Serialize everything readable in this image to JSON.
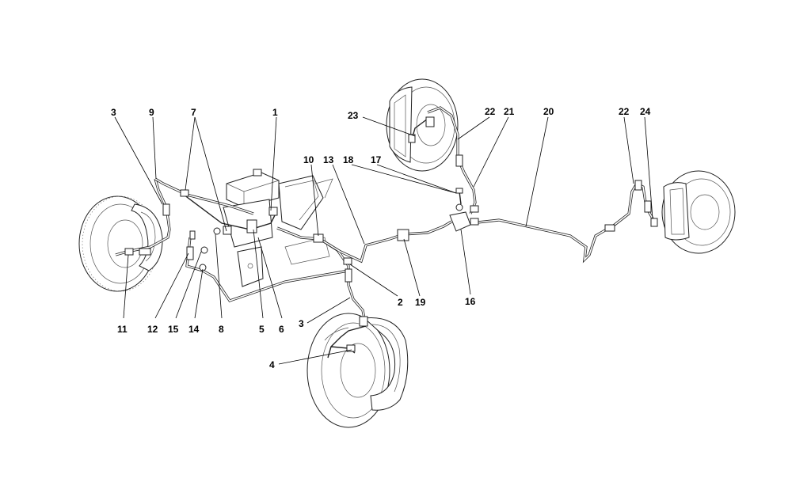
{
  "diagram": {
    "callouts": [
      {
        "id": "c1",
        "text": "1"
      },
      {
        "id": "c2",
        "text": "2"
      },
      {
        "id": "c3a",
        "text": "3"
      },
      {
        "id": "c3b",
        "text": "3"
      },
      {
        "id": "c4",
        "text": "4"
      },
      {
        "id": "c5",
        "text": "5"
      },
      {
        "id": "c6",
        "text": "6"
      },
      {
        "id": "c7",
        "text": "7"
      },
      {
        "id": "c8",
        "text": "8"
      },
      {
        "id": "c9",
        "text": "9"
      },
      {
        "id": "c10",
        "text": "10"
      },
      {
        "id": "c11",
        "text": "11"
      },
      {
        "id": "c12",
        "text": "12"
      },
      {
        "id": "c13",
        "text": "13"
      },
      {
        "id": "c14",
        "text": "14"
      },
      {
        "id": "c15",
        "text": "15"
      },
      {
        "id": "c16",
        "text": "16"
      },
      {
        "id": "c17",
        "text": "17"
      },
      {
        "id": "c18",
        "text": "18"
      },
      {
        "id": "c19",
        "text": "19"
      },
      {
        "id": "c20",
        "text": "20"
      },
      {
        "id": "c21",
        "text": "21"
      },
      {
        "id": "c22a",
        "text": "22"
      },
      {
        "id": "c22b",
        "text": "22"
      },
      {
        "id": "c23",
        "text": "23"
      },
      {
        "id": "c24",
        "text": "24"
      }
    ]
  }
}
